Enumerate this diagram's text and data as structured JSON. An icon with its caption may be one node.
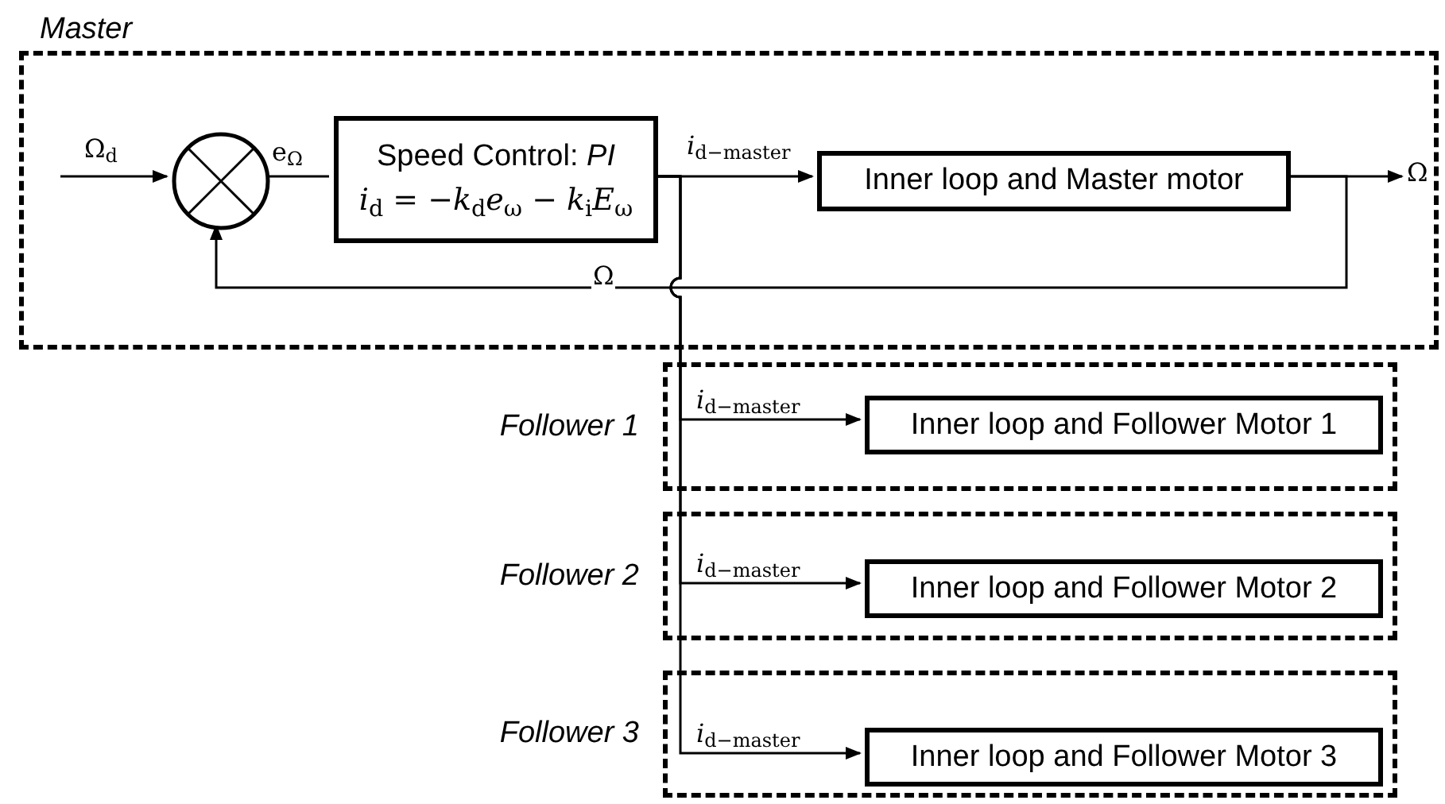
{
  "diagram": {
    "nodes": [
      {
        "text": [
          "Master"
        ]
      },
      {
        "text": [],
        "shape": "circle",
        "in": 0
      },
      {
        "text": [
          "Speed Control: *PI*",
          "*i*$_{d}$ = −*k*$_{d}$*e*$_{ω}$ − *k*$_{i}$*E*$_{ω}$"
        ],
        "in": 0
      },
      {
        "text": [
          "Inner loop and Master motor"
        ],
        "in": 0
      },
      {
        "text": [
          "Follower 1"
        ]
      },
      {
        "text": [
          "Inner loop and Follower Motor 1"
        ],
        "in": 4
      },
      {
        "text": [
          "Follower 2"
        ]
      },
      {
        "text": [
          "Inner loop and Follower Motor 2"
        ],
        "in": 6
      },
      {
        "text": [
          "Follower 3"
        ]
      },
      {
        "text": [
          "Inner loop and Follower Motor 3"
        ],
        "in": 8
      }
    ],
    "edges": [
      {
        "from": null,
        "to": 1,
        "arrow": "to",
        "label": "Ω$_{d}$"
      },
      {
        "from": 1,
        "to": 2,
        "arrow": "none",
        "label": "e$_{Ω}$"
      },
      {
        "from": 2,
        "to": 3,
        "arrow": "to",
        "label": "*i*$_{d−master}$"
      },
      {
        "from": 3,
        "to": null,
        "arrow": "to",
        "label": "Ω"
      },
      {
        "from": 3,
        "to": 1,
        "arrow": "to",
        "label": "Ω"
      },
      {
        "from": 2,
        "to": 5,
        "arrow": "to",
        "label": "*i*$_{d−master}$"
      },
      {
        "from": 2,
        "to": 7,
        "arrow": "to",
        "label": "*i*$_{d−master}$"
      },
      {
        "from": 2,
        "to": 9,
        "arrow": "to",
        "label": "*i*$_{d−master}$"
      }
    ]
  }
}
